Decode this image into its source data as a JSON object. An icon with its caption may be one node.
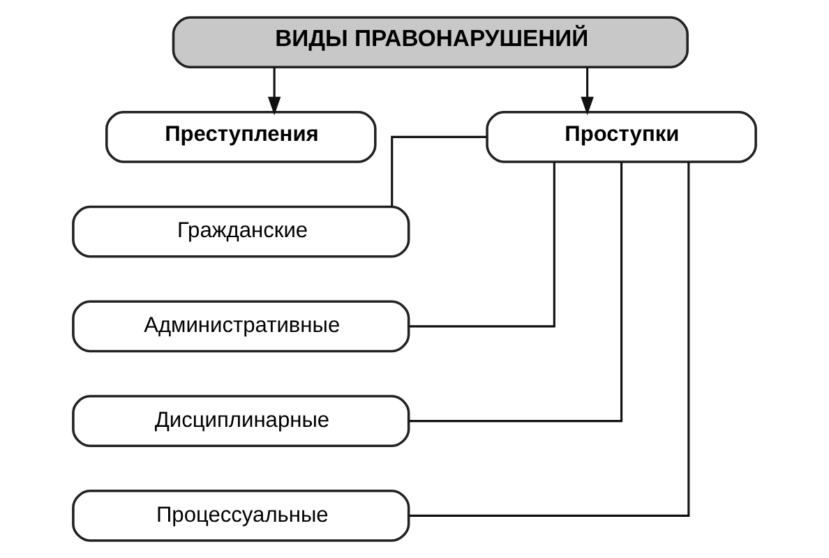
{
  "diagram": {
    "nodes": [
      {
        "text": [
          "ВИДЫ ПРАВОНАРУШЕНИЙ"
        ]
      },
      {
        "text": [
          "Преступления"
        ]
      },
      {
        "text": [
          "Проступки"
        ]
      },
      {
        "text": [
          "Гражданские"
        ]
      },
      {
        "text": [
          "Административные"
        ]
      },
      {
        "text": [
          "Дисциплинарные"
        ]
      },
      {
        "text": [
          "Процессуальные"
        ]
      }
    ],
    "edges": [
      {
        "from": 0,
        "to": 1,
        "arrow": "to"
      },
      {
        "from": 0,
        "to": 2,
        "arrow": "to"
      },
      {
        "from": 2,
        "to": 3,
        "arrow": "none"
      },
      {
        "from": 2,
        "to": 4,
        "arrow": "none"
      },
      {
        "from": 2,
        "to": 5,
        "arrow": "none"
      },
      {
        "from": 2,
        "to": 6,
        "arrow": "none"
      }
    ]
  }
}
